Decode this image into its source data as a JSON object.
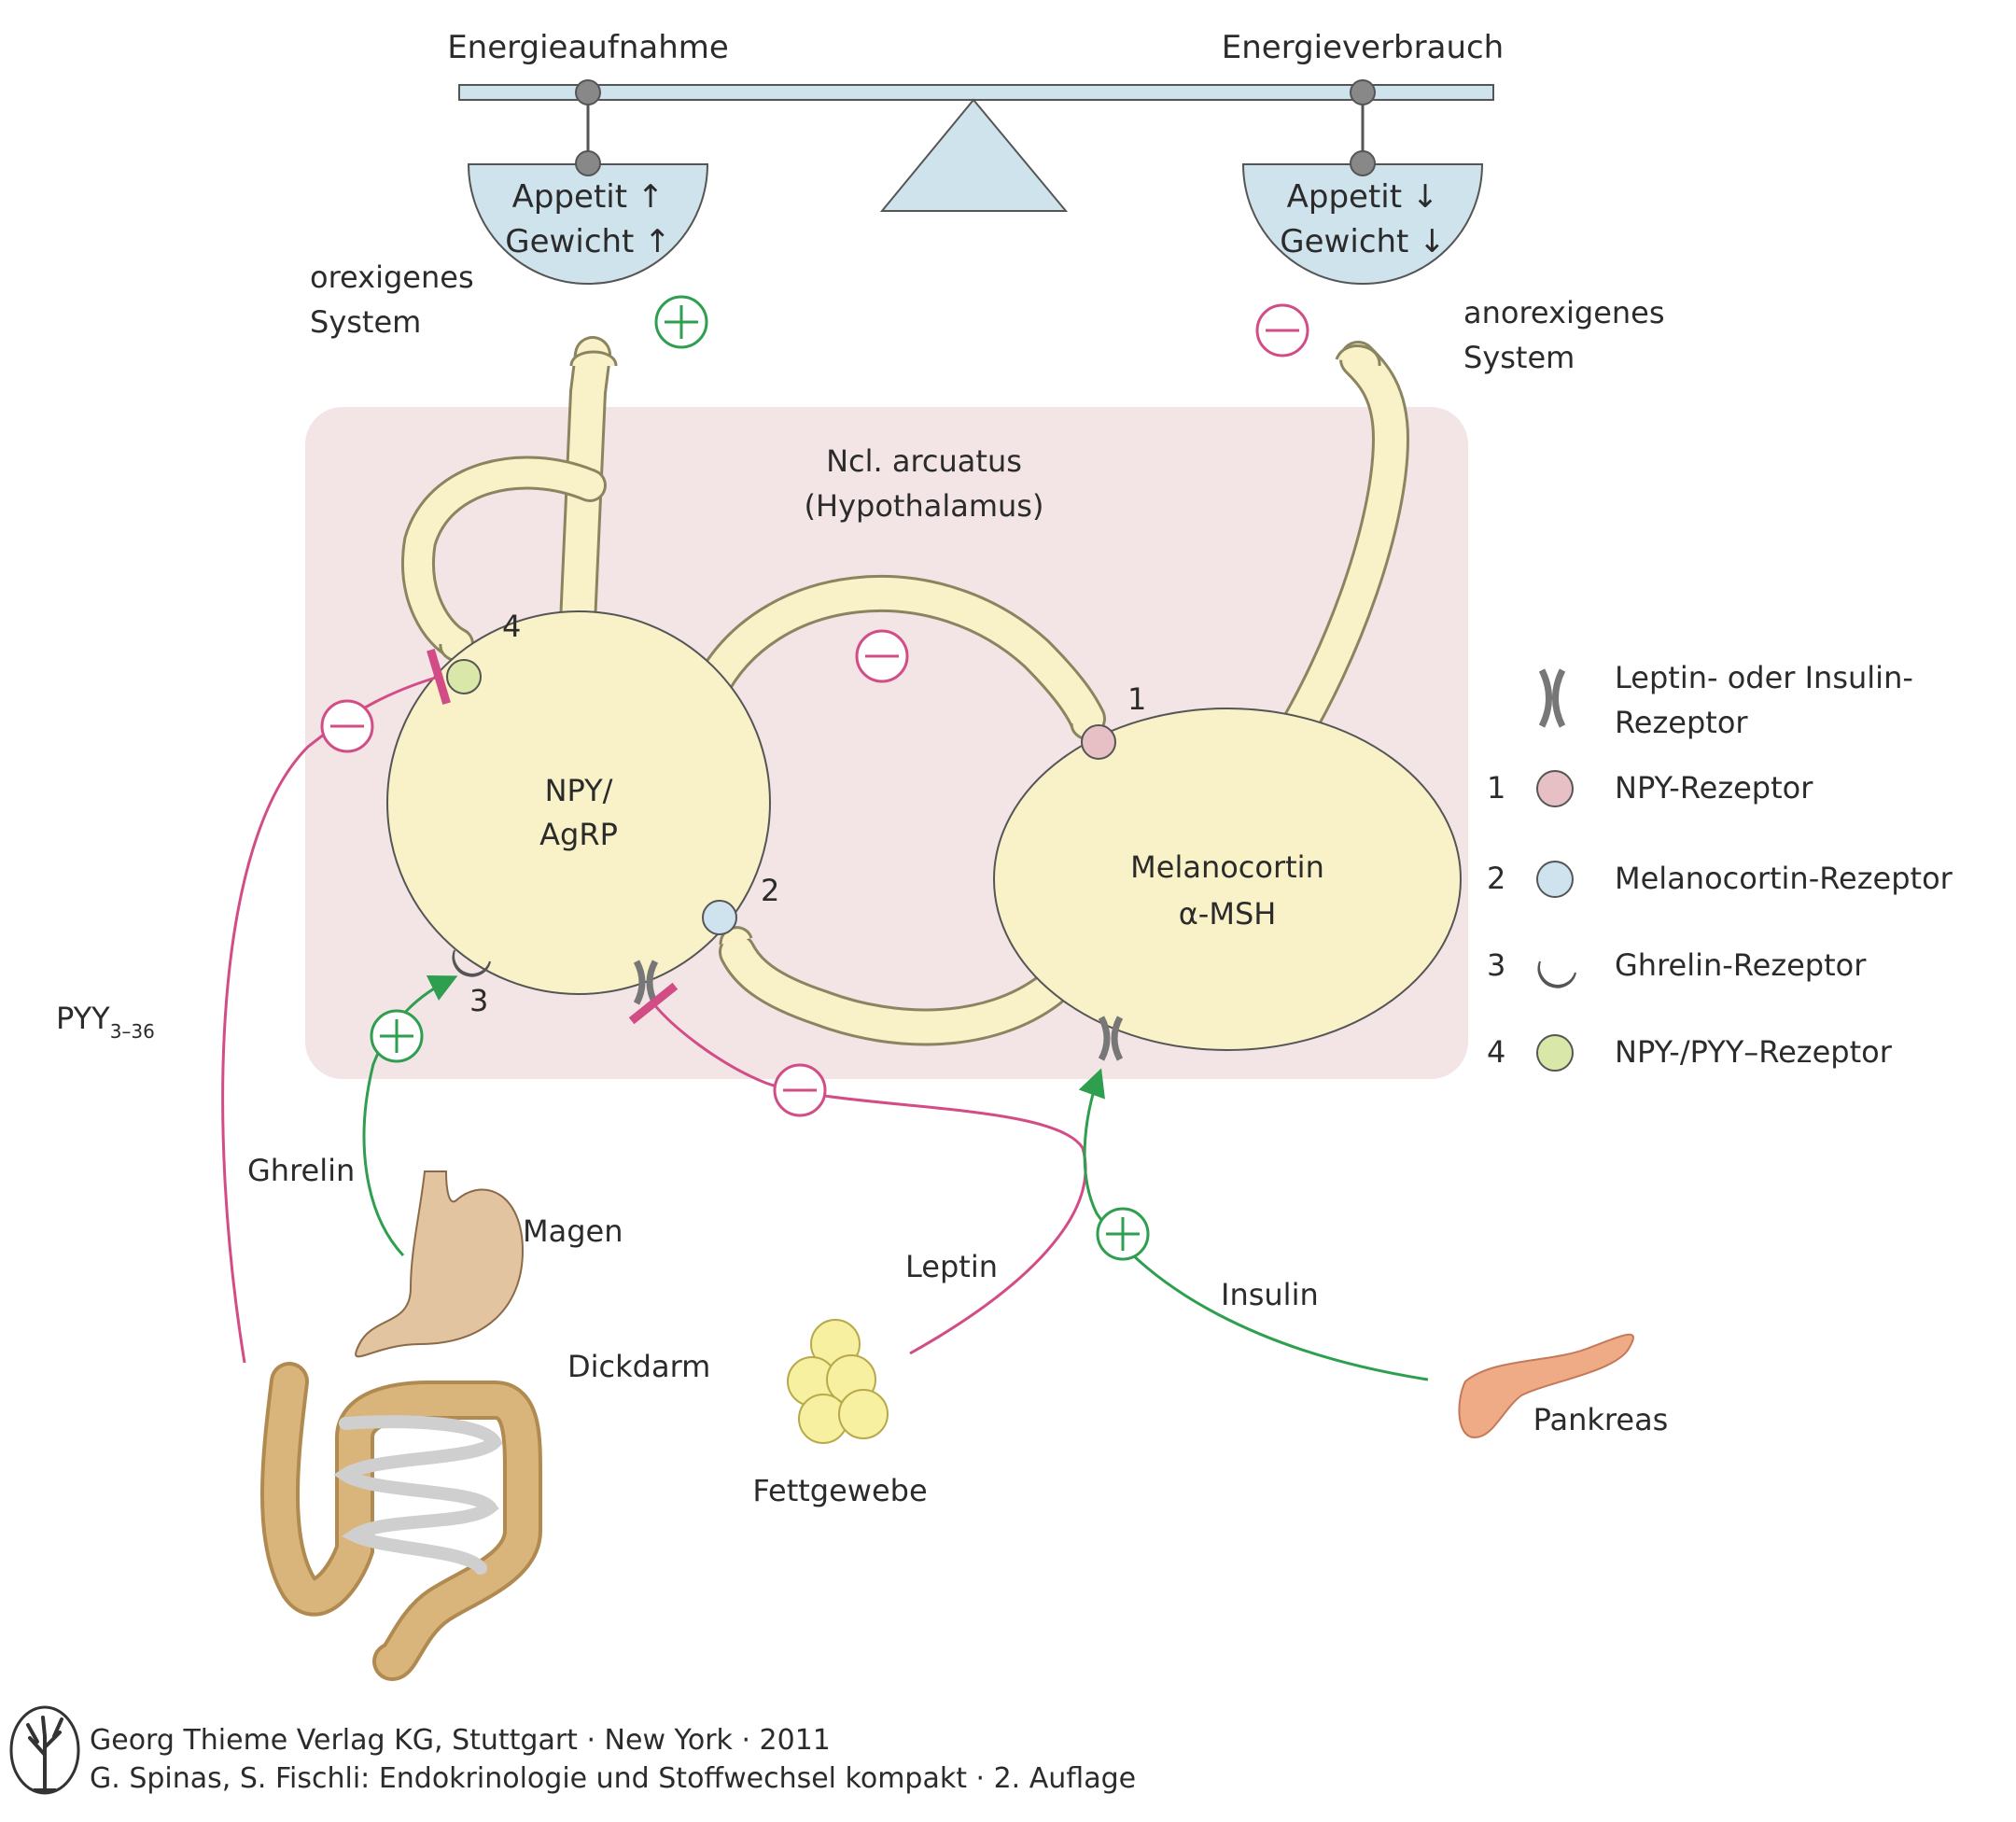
{
  "balance": {
    "left_title": "Energieaufnahme",
    "right_title": "Energieverbrauch",
    "left_pan_line1": "Appetit ↑",
    "left_pan_line2": "Gewicht ↑",
    "right_pan_line1": "Appetit ↓",
    "right_pan_line2": "Gewicht ↓"
  },
  "systems": {
    "orexigenic_line1": "orexigenes",
    "orexigenic_line2": "System",
    "anorexigenic_line1": "anorexigenes",
    "anorexigenic_line2": "System"
  },
  "region": {
    "title_line1": "Ncl. arcuatus",
    "title_line2": "(Hypothalamus)"
  },
  "neurons": {
    "npy_line1": "NPY/",
    "npy_line2": "AgRP",
    "mc_line1": "Melanocortin",
    "mc_line2": "α-MSH"
  },
  "receptor_numbers": {
    "r1": "1",
    "r2": "2",
    "r3": "3",
    "r4": "4"
  },
  "signals": {
    "pyy_base": "PYY",
    "pyy_sub": "3–36",
    "ghrelin": "Ghrelin",
    "leptin": "Leptin",
    "insulin": "Insulin"
  },
  "organs": {
    "magen": "Magen",
    "dickdarm": "Dickdarm",
    "fettgewebe": "Fettgewebe",
    "pankreas": "Pankreas"
  },
  "legend": {
    "items": [
      {
        "num": "",
        "label_line1": "Leptin- oder Insulin-",
        "label_line2": "Rezeptor",
        "symbol": "receptor-channel"
      },
      {
        "num": "1",
        "label_line1": "NPY-Rezeptor",
        "color": "#e7c0c6"
      },
      {
        "num": "2",
        "label_line1": "Melanocortin-Rezeptor",
        "color": "#cfe3ef"
      },
      {
        "num": "3",
        "label_line1": "Ghrelin-Rezeptor",
        "color": "#c9b4d8"
      },
      {
        "num": "4",
        "label_line1": "NPY-/PYY–Rezeptor",
        "color": "#d9e8a8"
      }
    ]
  },
  "footer": {
    "line1": "Georg Thieme Verlag KG, Stuttgart · New York · 2011",
    "line2": "G. Spinas, S. Fischli: Endokrinologie und Stoffwechsel kompakt · 2. Auflage",
    "logo": "tree-logo"
  },
  "colors": {
    "background_region": "#f3e4e6",
    "neuron_fill": "#f9f2c8",
    "pan_fill": "#cfe3ec",
    "stimulatory": "#2e9e4f",
    "inhibitory": "#d24d86"
  }
}
